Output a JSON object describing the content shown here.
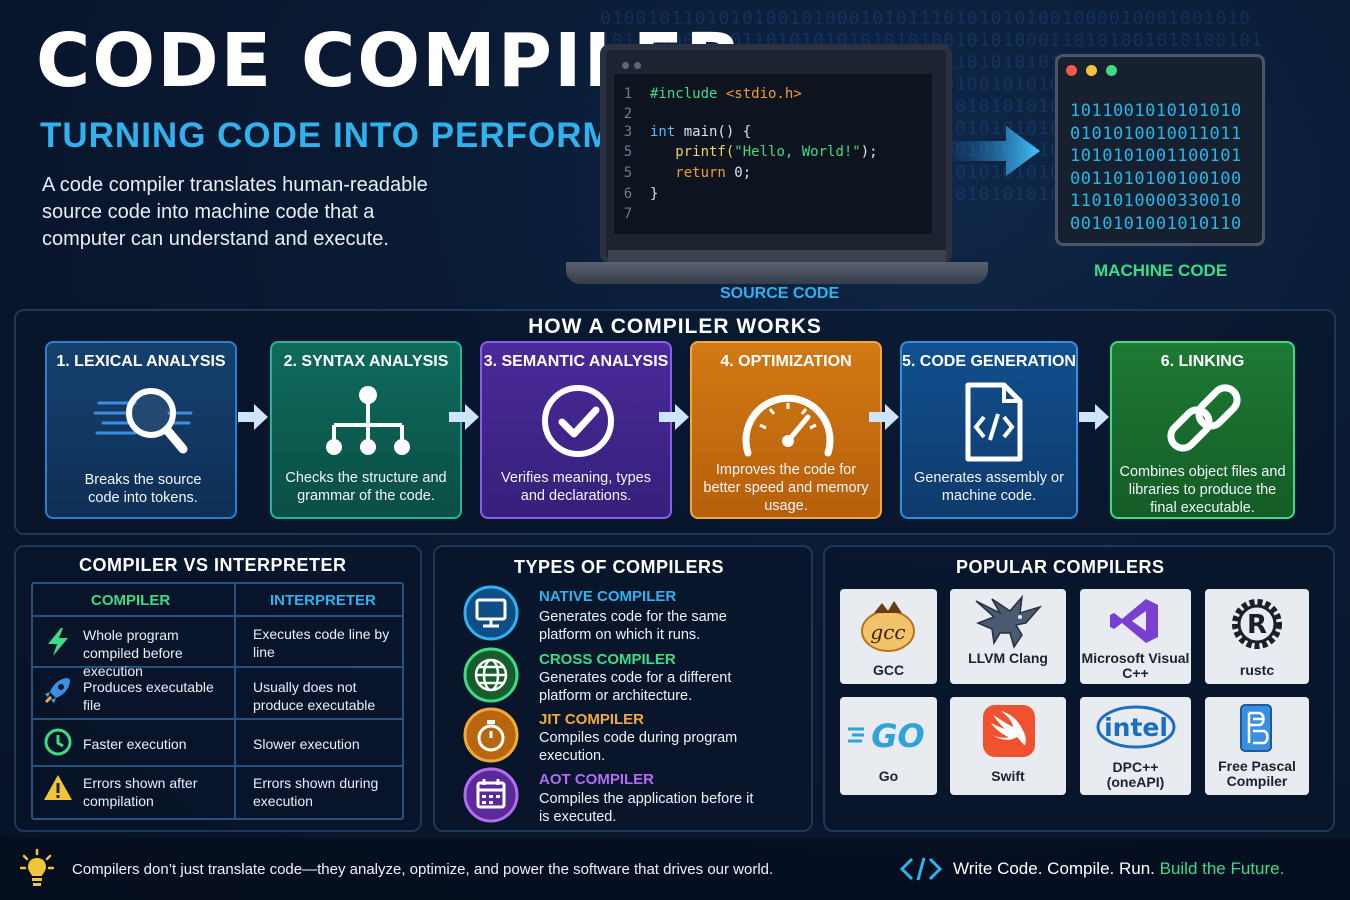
{
  "header": {
    "title": "CODE COMPILER",
    "subtitle": "TURNING CODE INTO PERFORMANCE",
    "intro": "A code compiler translates human-readable source code into machine code that a computer can understand and execute."
  },
  "source": {
    "label": "SOURCE CODE",
    "lines": [
      {
        "num": "1",
        "parts": [
          {
            "t": "#include ",
            "c": "kw-pre"
          },
          {
            "t": "<stdio.h>",
            "c": "kw-str"
          }
        ]
      },
      {
        "num": "2",
        "parts": []
      },
      {
        "num": "3",
        "parts": [
          {
            "t": "int ",
            "c": "kw-type"
          },
          {
            "t": "main() {",
            "c": "kw-plain"
          }
        ]
      },
      {
        "num": "5",
        "parts": [
          {
            "t": "   printf(",
            "c": "kw-fn"
          },
          {
            "t": "\"Hello, World!\"",
            "c": "kw-pre"
          },
          {
            "t": ");",
            "c": "kw-plain"
          }
        ]
      },
      {
        "num": "5",
        "parts": [
          {
            "t": "   return ",
            "c": "kw-str"
          },
          {
            "t": "0;",
            "c": "kw-plain"
          }
        ]
      },
      {
        "num": "6",
        "parts": [
          {
            "t": "}",
            "c": "kw-plain"
          }
        ]
      },
      {
        "num": "7",
        "parts": []
      }
    ]
  },
  "machine": {
    "label": "MACHINE CODE",
    "lines": [
      "1011001010101010",
      "0101010010011011",
      "1010101001100101",
      "0011010100100100",
      "1101010000330010",
      "0010101001010110"
    ]
  },
  "how": {
    "title": "HOW A COMPILER WORKS",
    "steps": [
      {
        "title": "1. LEXICAL ANALYSIS",
        "desc": "Breaks the source code into tokens.",
        "icon": "magnifier-icon"
      },
      {
        "title": "2. SYNTAX ANALYSIS",
        "desc": "Checks the structure and grammar of the code.",
        "icon": "tree-icon"
      },
      {
        "title": "3. SEMANTIC ANALYSIS",
        "desc": "Verifies meaning, types and declarations.",
        "icon": "checkmark-icon"
      },
      {
        "title": "4. OPTIMIZATION",
        "desc": "Improves the code for better speed and memory usage.",
        "icon": "speedometer-icon"
      },
      {
        "title": "5. CODE GENERATION",
        "desc": "Generates assembly or machine code.",
        "icon": "code-file-icon"
      },
      {
        "title": "6. LINKING",
        "desc": "Combines object files and libraries to produce the final executable.",
        "icon": "chain-link-icon"
      }
    ]
  },
  "cvi": {
    "title": "COMPILER VS INTERPRETER",
    "compiler_header": "COMPILER",
    "interpreter_header": "INTERPRETER",
    "rows": [
      {
        "compiler": "Whole program compiled before execution",
        "interpreter": "Executes code line by line",
        "icon": "lightning-icon"
      },
      {
        "compiler": "Produces executable file",
        "interpreter": "Usually does not produce executable",
        "icon": "rocket-icon"
      },
      {
        "compiler": "Faster execution",
        "interpreter": "Slower execution",
        "icon": "clock-icon"
      },
      {
        "compiler": "Errors shown after compilation",
        "interpreter": "Errors shown during execution",
        "icon": "warning-icon"
      }
    ]
  },
  "types": {
    "title": "TYPES OF COMPILERS",
    "items": [
      {
        "name": "NATIVE COMPILER",
        "desc": "Generates code for the same platform on which it runs.",
        "color": "#2fb2ef",
        "icon": "monitor-icon"
      },
      {
        "name": "CROSS COMPILER",
        "desc": "Generates code for a different platform or architecture.",
        "color": "#3ddc84",
        "icon": "globe-icon"
      },
      {
        "name": "JIT COMPILER",
        "desc": "Compiles code during program execution.",
        "color": "#f2a93b",
        "icon": "stopwatch-icon"
      },
      {
        "name": "AOT COMPILER",
        "desc": "Compiles the application before it is executed.",
        "color": "#b46cf2",
        "icon": "calendar-icon"
      }
    ]
  },
  "popular": {
    "title": "POPULAR COMPILERS",
    "items": [
      {
        "name": "GCC",
        "logo_text": "gcc"
      },
      {
        "name": "LLVM Clang",
        "logo_text": ""
      },
      {
        "name": "Microsoft Visual C++",
        "logo_text": ""
      },
      {
        "name": "rustc",
        "logo_text": "R"
      },
      {
        "name": "Go",
        "logo_text": "GO"
      },
      {
        "name": "Swift",
        "logo_text": ""
      },
      {
        "name": "DPC++ (oneAPI)",
        "logo_text": "intel"
      },
      {
        "name": "Free Pascal Compiler",
        "logo_text": ""
      }
    ]
  },
  "footer": {
    "text": "Compilers don’t just translate code—they analyze, optimize, and power the software that drives our world.",
    "tagline_main": "Write Code. Compile. Run. ",
    "tagline_accent": "Build the Future."
  },
  "colors": {
    "blue": "#2fb2ef",
    "green": "#3ddc84",
    "orange": "#e88a1c",
    "purple": "#6a3fc2",
    "teal": "#11806d"
  }
}
